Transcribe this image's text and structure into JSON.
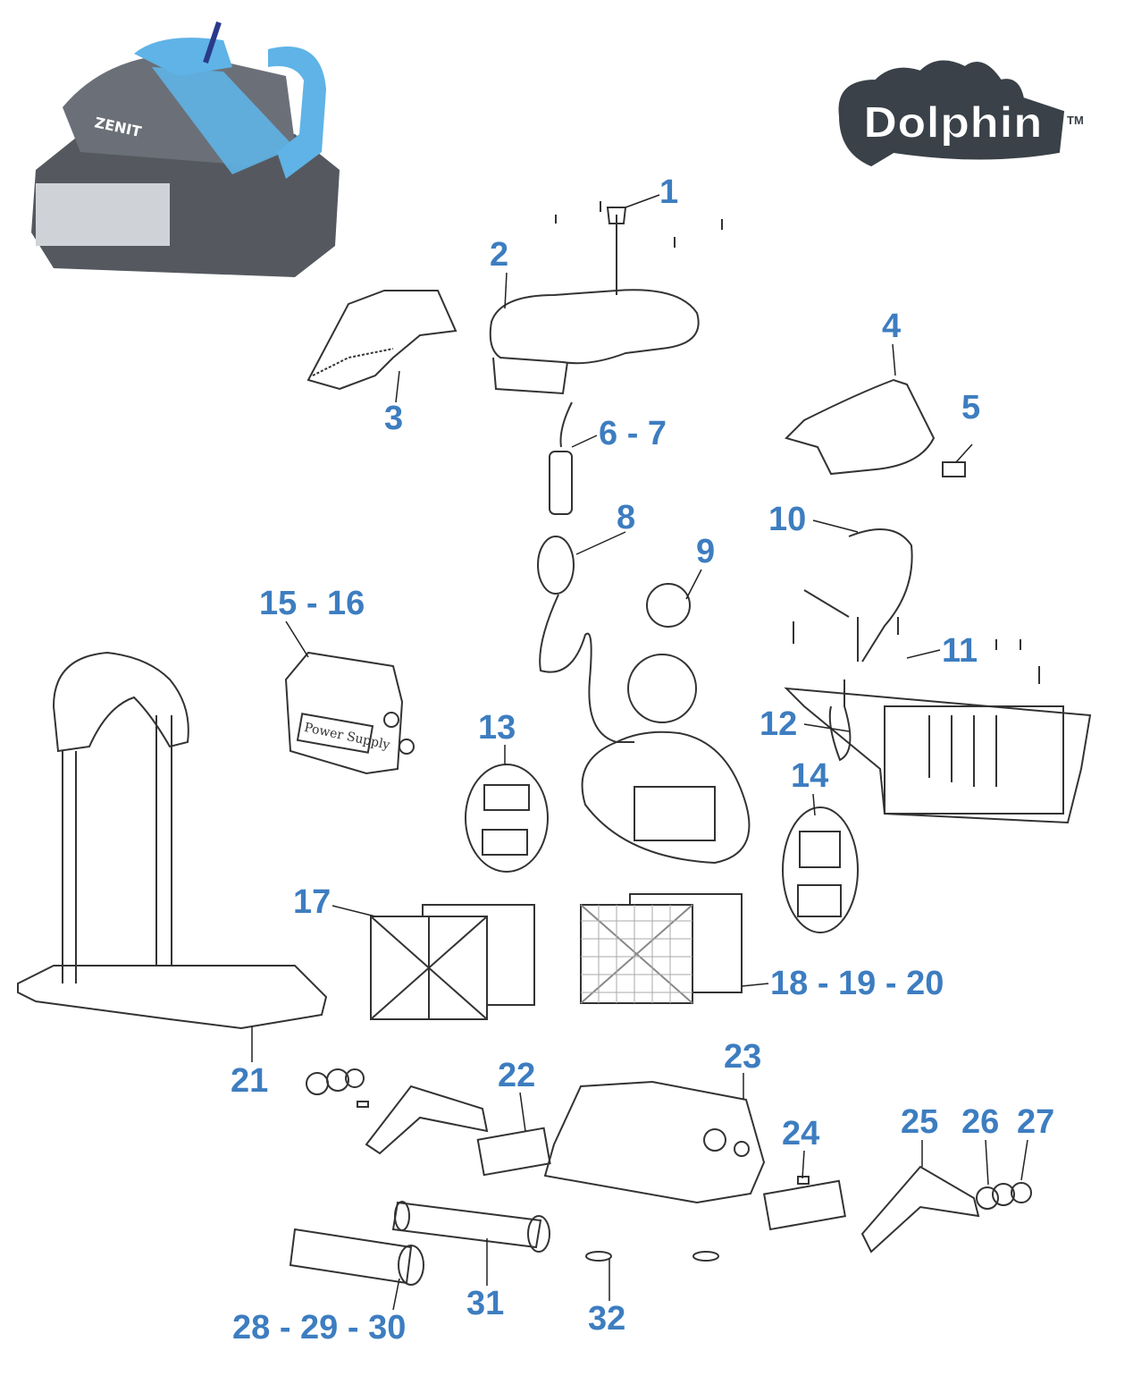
{
  "brand": {
    "logo_text": "Dolphin",
    "trademark": "TM",
    "product_badge": "ZENIT",
    "power_supply_text": "Power Supply"
  },
  "colors": {
    "label": "#3d7dc0",
    "line": "#333333",
    "robot_body": "#5a5f66",
    "robot_accent": "#5fb3e6"
  },
  "labels": [
    "1",
    "2",
    "3",
    "4",
    "5",
    "6 - 7",
    "8",
    "9",
    "10",
    "11",
    "12",
    "13",
    "14",
    "15 - 16",
    "17",
    "18 - 19 - 20",
    "21",
    "22",
    "23",
    "24",
    "25",
    "26",
    "27",
    "28 - 29 - 30",
    "31",
    "32"
  ]
}
